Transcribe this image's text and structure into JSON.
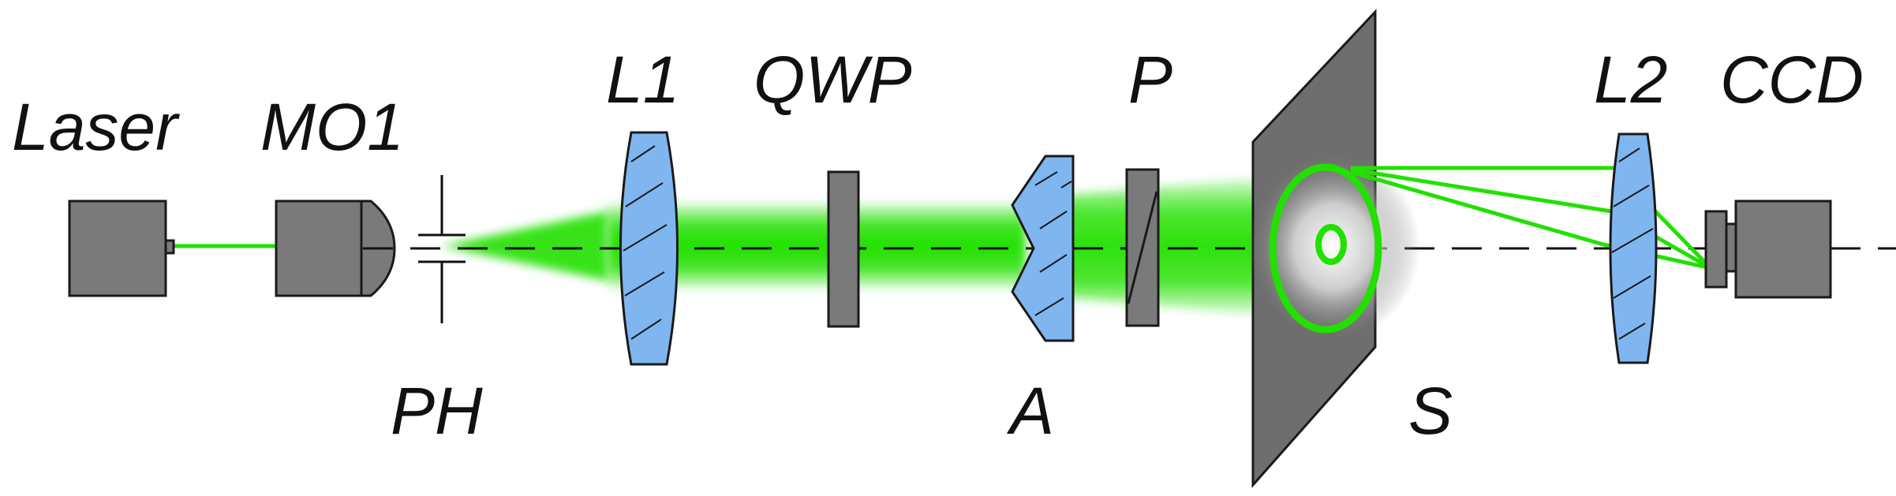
{
  "labels": {
    "laser": "Laser",
    "mo1": "MO1",
    "ph": "PH",
    "l1": "L1",
    "qwp": "QWP",
    "axicon": "A",
    "polarizer": "P",
    "screen": "S",
    "l2": "L2",
    "ccd": "CCD"
  },
  "colors": {
    "beam": "#22e000",
    "lens_fill": "#7fb6f0",
    "component_fill": "#7a7a7a",
    "screen_fill": "#6e6e6e"
  }
}
